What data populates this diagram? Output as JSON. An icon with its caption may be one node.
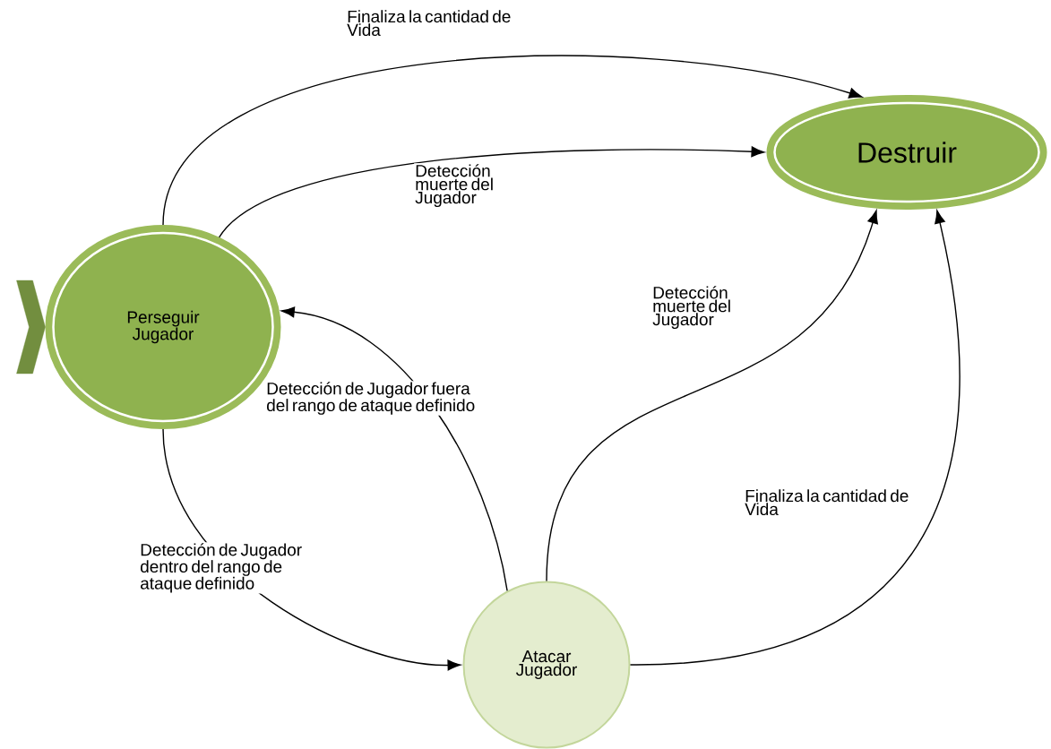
{
  "diagram": {
    "nodes": [
      {
        "text": [
          "Perseguir Jugador"
        ]
      },
      {
        "text": [
          "Destruir"
        ]
      },
      {
        "text": [
          "Atacar Jugador"
        ]
      }
    ],
    "edges": [
      {
        "from": 0,
        "to": 1,
        "arrow": "to",
        "label": "Finaliza la cantidad de Vida"
      },
      {
        "from": 0,
        "to": 1,
        "arrow": "to",
        "label": "Detección muerte del Jugador"
      },
      {
        "from": 2,
        "to": 0,
        "arrow": "to",
        "label": "Detección de Jugador fuera del rango de ataque definido"
      },
      {
        "from": 2,
        "to": 1,
        "arrow": "to",
        "label": "Detección muerte del Jugador"
      },
      {
        "from": 2,
        "to": 1,
        "arrow": "to",
        "label": "Finaliza la cantidad de Vida"
      },
      {
        "from": 0,
        "to": 2,
        "arrow": "to",
        "label": "Detección de Jugador dentro del rango de ataque definido"
      },
      {
        "from": null,
        "to": 0,
        "arrow": "to"
      }
    ]
  }
}
